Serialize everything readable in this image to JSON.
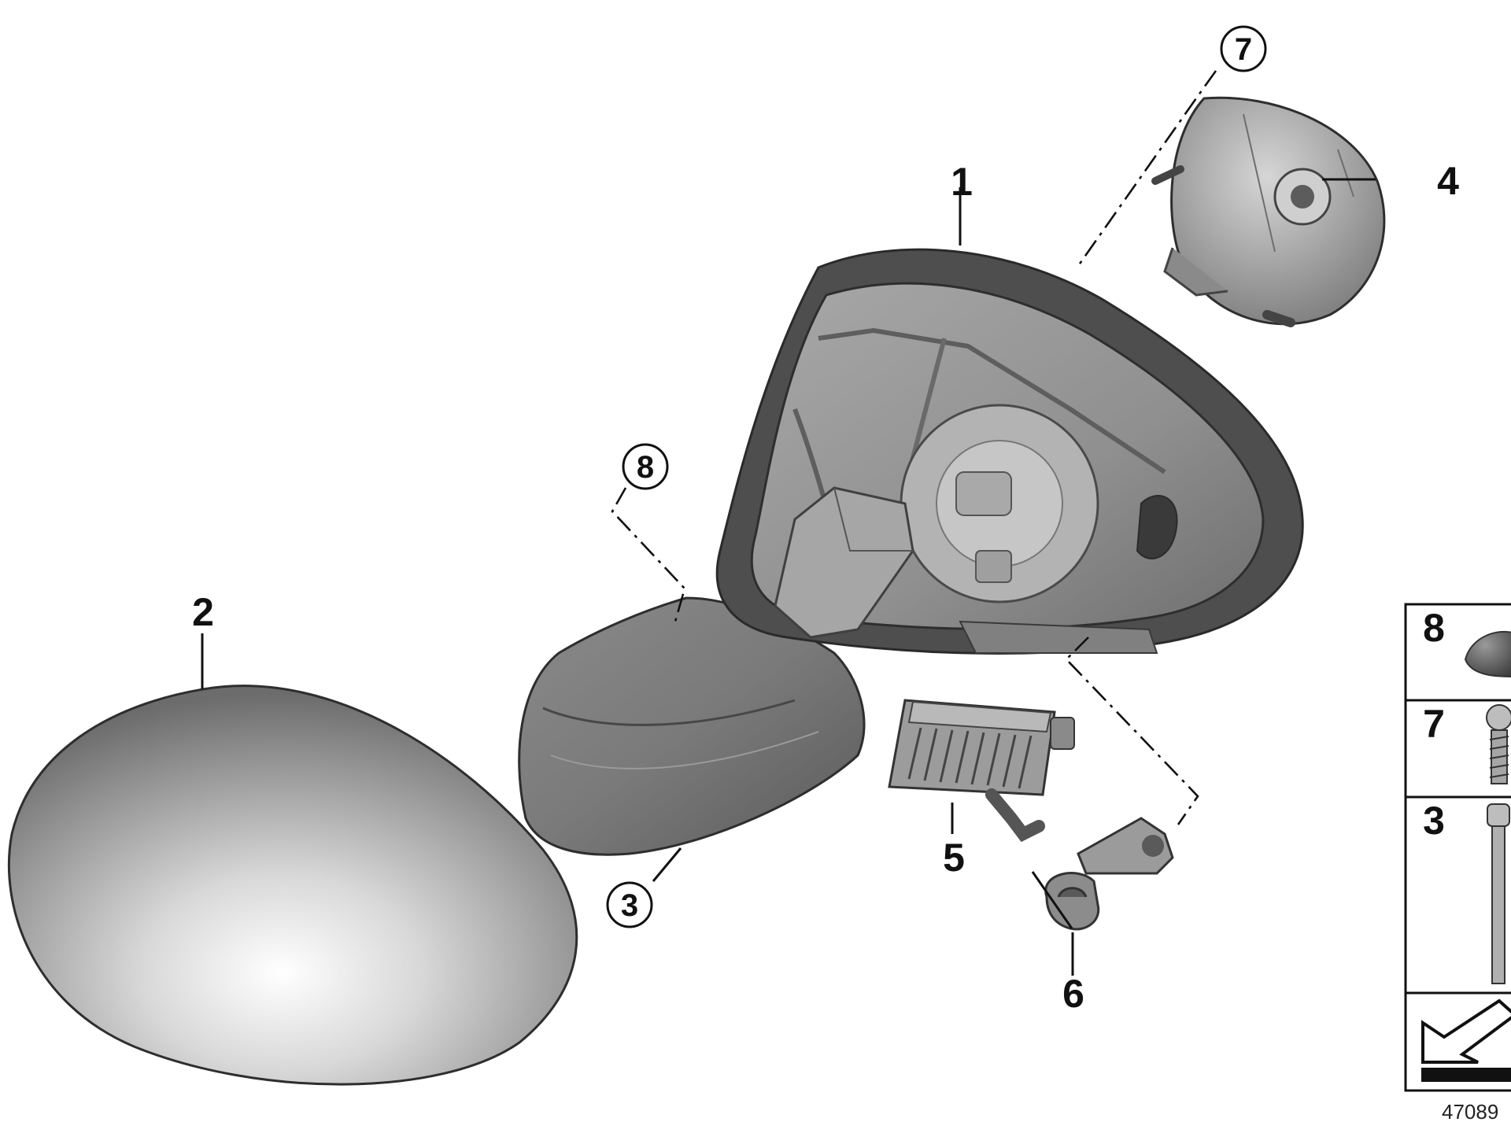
{
  "diagram": {
    "callouts": [
      {
        "id": "1",
        "text": "1",
        "circled": false
      },
      {
        "id": "2",
        "text": "2",
        "circled": false
      },
      {
        "id": "3",
        "text": "3",
        "circled": true
      },
      {
        "id": "4",
        "text": "4",
        "circled": false
      },
      {
        "id": "5",
        "text": "5",
        "circled": false
      },
      {
        "id": "6",
        "text": "6",
        "circled": false
      },
      {
        "id": "7",
        "text": "7",
        "circled": true
      },
      {
        "id": "8",
        "text": "8",
        "circled": true
      }
    ],
    "fastener_table": {
      "rows": [
        {
          "label": "8",
          "part": "plug"
        },
        {
          "label": "7",
          "part": "screw"
        },
        {
          "label": "3",
          "part": "bolt"
        }
      ]
    },
    "diagram_number": "47089"
  },
  "colors": {
    "line": "#111111",
    "part_dark": "#5f5f5f",
    "part_mid": "#8e8e8e",
    "part_light": "#c4c4c4",
    "highlight": "#f4f4f4"
  }
}
